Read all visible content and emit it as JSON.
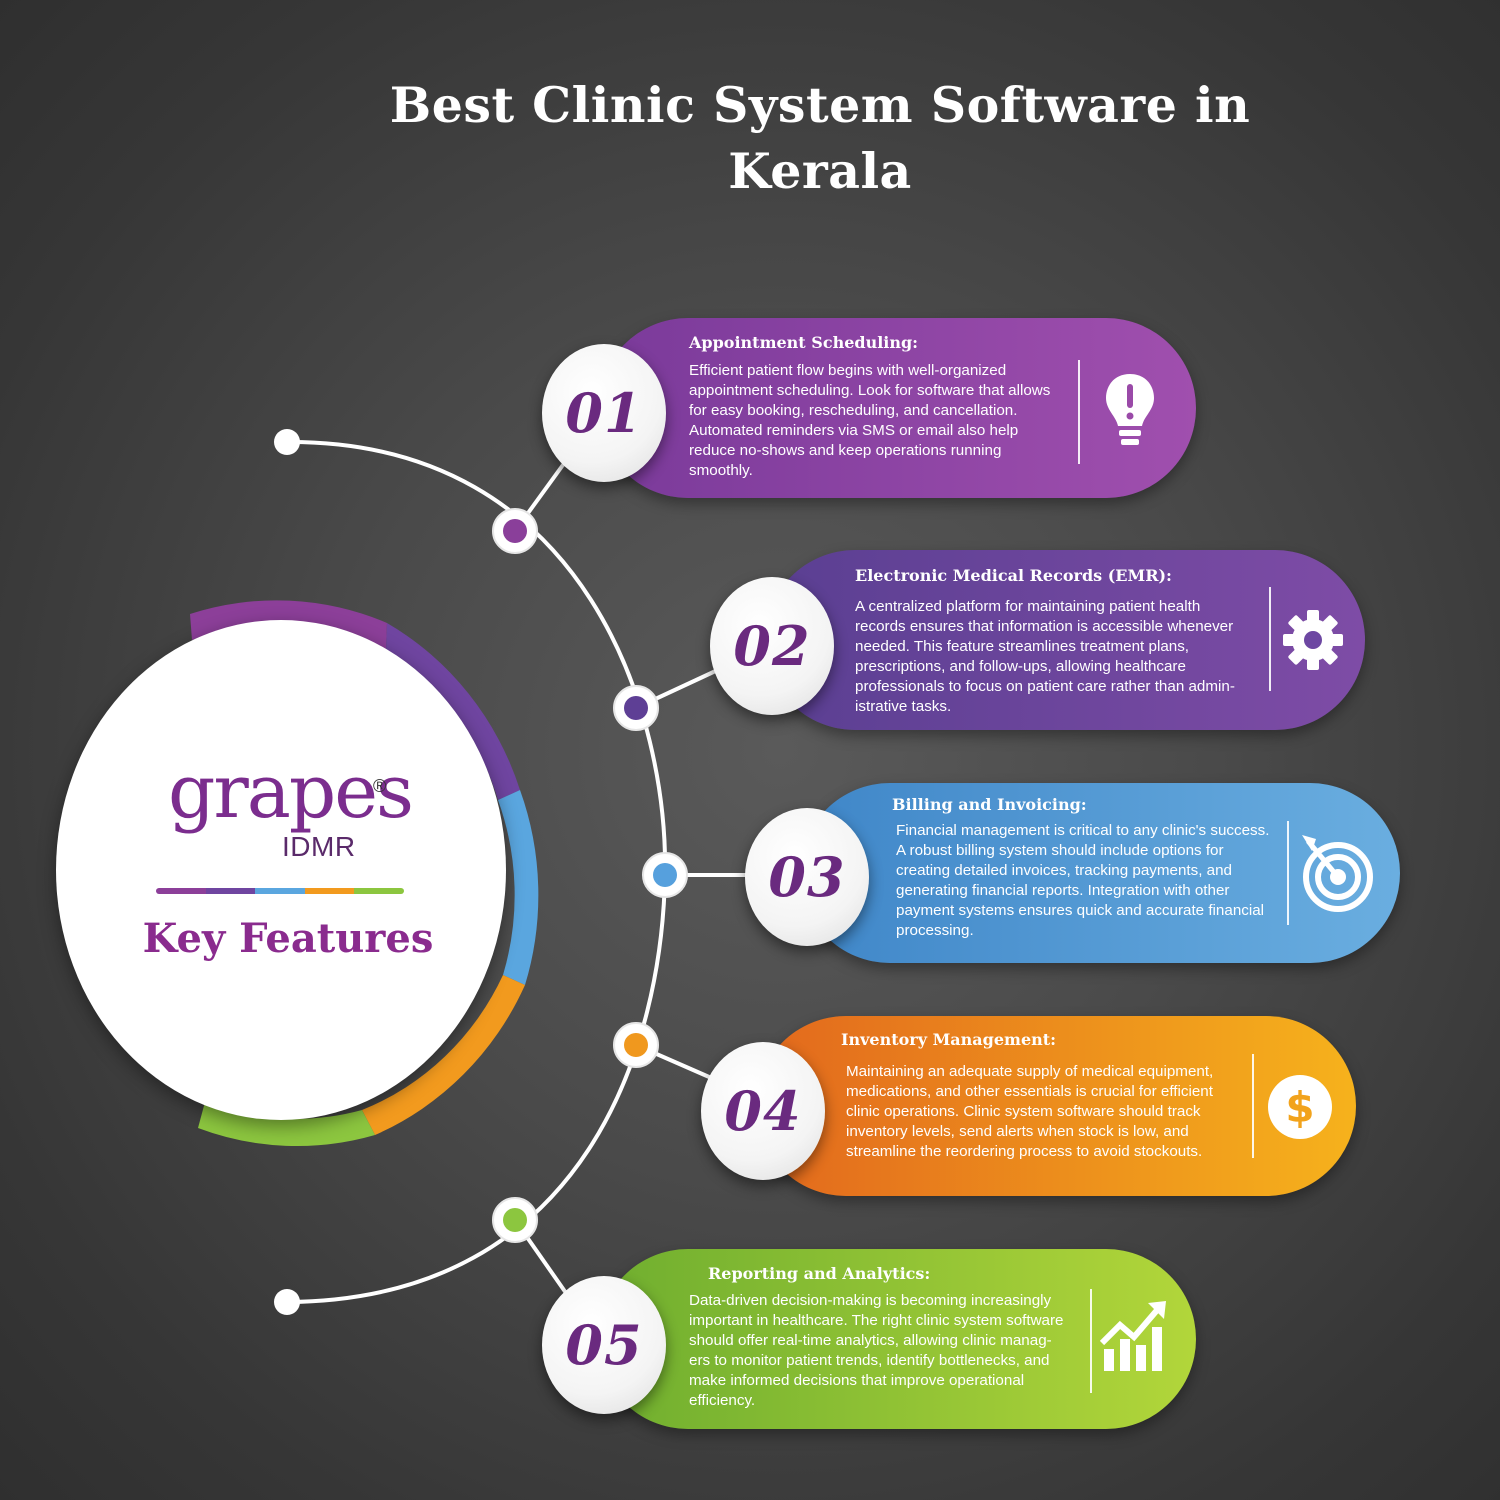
{
  "title": {
    "line1": "Best Clinic System Software in",
    "line2": "Kerala"
  },
  "hub": {
    "brand_word": "grapes",
    "brand_registered": "®",
    "brand_sub": "IDMR",
    "label": "Key Features"
  },
  "features": [
    {
      "number": "01",
      "heading": "Appointment Scheduling:",
      "icon": "lightbulb-icon",
      "color_start": "#7a3a9a",
      "color_end": "#a04fae",
      "lines": [
        "Efficient patient flow begins with well-organized",
        "appointment scheduling. Look for software that allows",
        "for easy booking, rescheduling, and cancellation.",
        "Automated reminders via SMS or email also help",
        "reduce no-shows and keep operations running",
        "smoothly."
      ]
    },
    {
      "number": "02",
      "heading": "Electronic Medical Records (EMR):",
      "icon": "gear-icon",
      "color_start": "#5a3f92",
      "color_end": "#7e4ca6",
      "lines": [
        "A centralized platform for maintaining patient health",
        "records ensures that information is accessible whenever",
        "needed. This feature streamlines treatment plans,",
        "prescriptions, and follow-ups, allowing healthcare",
        "professionals to focus on patient care rather than admin-",
        "istrative tasks."
      ]
    },
    {
      "number": "03",
      "heading": "Billing and Invoicing:",
      "icon": "target-icon",
      "color_start": "#3f86c8",
      "color_end": "#6aaee0",
      "lines": [
        "Financial management is critical to any clinic's success.",
        "A robust billing system should include options for",
        "creating detailed invoices, tracking payments, and",
        "generating financial reports. Integration with other",
        "payment systems ensures quick and accurate financial",
        "processing."
      ]
    },
    {
      "number": "04",
      "heading": "Inventory Management:",
      "icon": "dollar-icon",
      "color_start": "#e2681d",
      "color_end": "#f6b21c",
      "lines": [
        "Maintaining an adequate supply of medical equipment,",
        "medications, and other essentials is crucial for efficient",
        "clinic operations. Clinic system software should track",
        "inventory levels, send alerts when stock is low, and",
        "streamline the reordering process to avoid stockouts."
      ]
    },
    {
      "number": "05",
      "heading": "Reporting and Analytics:",
      "icon": "growth-chart-icon",
      "color_start": "#6fae2f",
      "color_end": "#b2d63a",
      "lines": [
        "Data-driven decision-making is becoming increasingly",
        "important in healthcare. The right clinic system software",
        "should offer real-time analytics, allowing clinic manag-",
        "ers to monitor patient trends, identify bottlenecks, and",
        "make informed decisions that improve operational",
        "efficiency."
      ]
    }
  ]
}
